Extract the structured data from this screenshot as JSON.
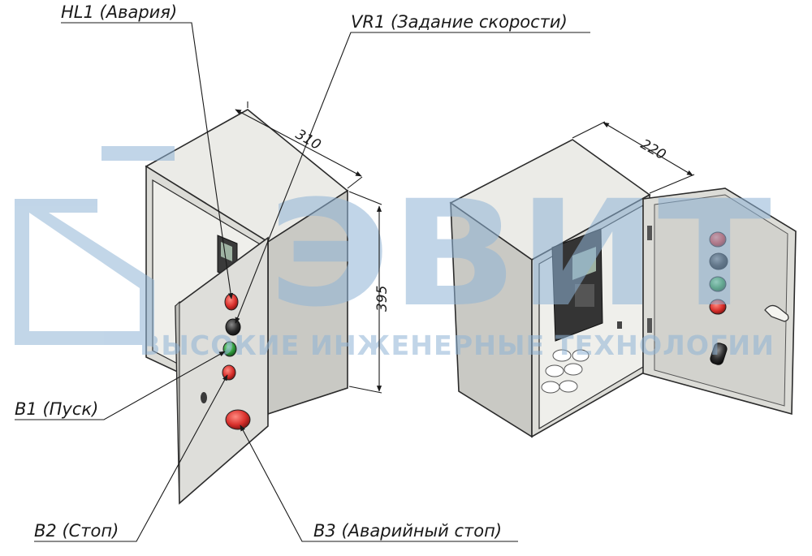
{
  "watermark": {
    "brand": "ЭВИТ",
    "tagline": "ВЫСОКИЕ ИНЖЕНЕРНЫЕ ТЕХНОЛОГИИ"
  },
  "callouts": {
    "hl1": "HL1 (Авария)",
    "vr1": "VR1 (Задание скорости)",
    "b1": "B1 (Пуск)",
    "b2": "B2 (Стоп)",
    "b3": "B3 (Аварийный стоп)"
  },
  "dimensions": {
    "width": "310",
    "height": "395",
    "depth": "220"
  },
  "colors": {
    "body": "#dcdcd7",
    "body_side": "#c9c9c4",
    "body_top": "#eaeae6",
    "interior": "#f0f0ec",
    "outline": "#2b2b2b",
    "red": "#d9302c",
    "green": "#2f9a3c",
    "dark": "#2d2d2d",
    "watermark": "#8fb4d6"
  }
}
